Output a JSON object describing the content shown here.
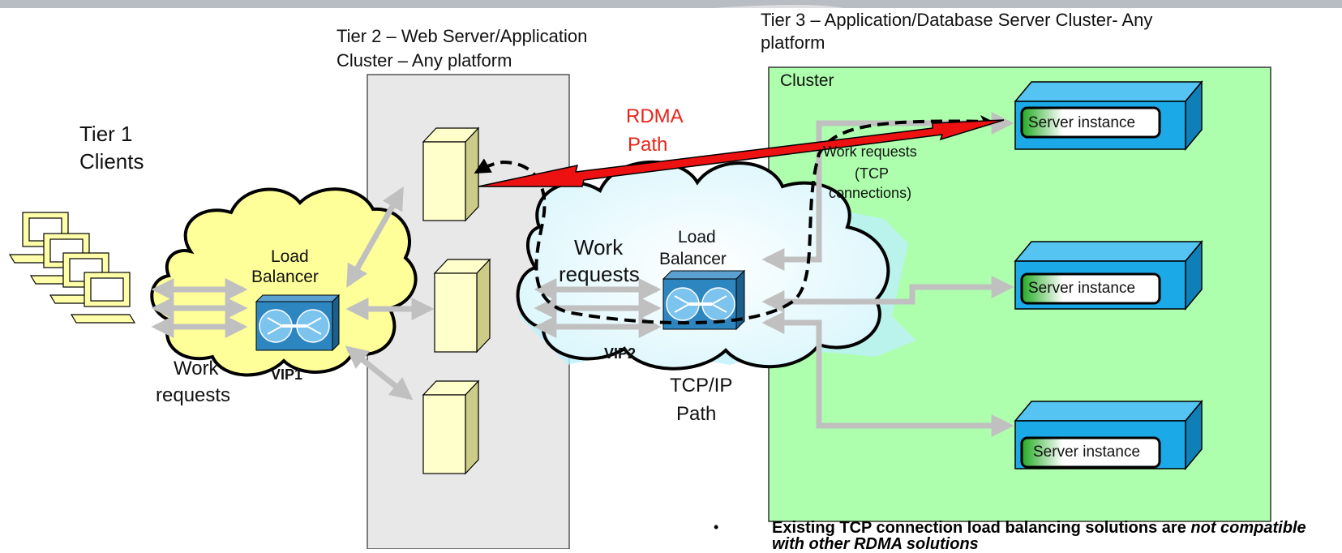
{
  "labels": {
    "tier1": "Tier 1",
    "clients": "Clients",
    "tier2_line1": "Tier 2 – Web Server/Application",
    "tier2_line2": "Cluster – Any platform",
    "tier3_line1": "Tier 3 – Application/Database Server Cluster- Any",
    "tier3_line2": "platform",
    "cluster": "Cluster",
    "rdma_line1": "RDMA",
    "rdma_line2": "Path",
    "work_requests_left_1": "Work",
    "work_requests_left_2": "requests",
    "vip1": "VIP1",
    "vip2": "VIP2",
    "lb1_line1": "Load",
    "lb1_line2": "Balancer",
    "lb2_line1": "Load",
    "lb2_line2": "Balancer",
    "work_requests_mid_1": "Work",
    "work_requests_mid_2": "requests",
    "tcpip_line1": "TCP/IP",
    "tcpip_line2": "Path",
    "wr_tcp_1": "Work requests",
    "wr_tcp_2": "(TCP",
    "wr_tcp_3": "connections)"
  },
  "servers": [
    "Server instance",
    "Server instance",
    "Server instance"
  ],
  "footer": {
    "bullet": "•",
    "bold_text": "Existing TCP connection load balancing solutions are",
    "italic_text": "not compatible with other RDMA solutions"
  },
  "colors": {
    "cluster_bg": "#adffad",
    "tier2_bg": "#e8e8e8",
    "yellow_cloud": "#ffff99",
    "blue_cloud": "#e9fbff",
    "server_box": "#1ba9e8",
    "rdma_arrow": "#ee1111",
    "gray_arrow": "#bfbfbf"
  }
}
